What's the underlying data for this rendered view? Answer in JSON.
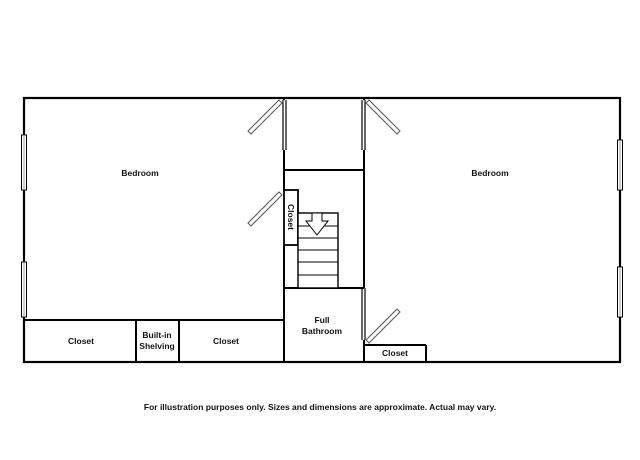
{
  "rooms": {
    "bedroom_left": "Bedroom",
    "bedroom_right": "Bedroom",
    "closet_bottom_left": "Closet",
    "shelving_line1": "Built-in",
    "shelving_line2": "Shelving",
    "closet_bottom_mid": "Closet",
    "closet_stair": "Closet",
    "bathroom_line1": "Full",
    "bathroom_line2": "Bathroom",
    "closet_bottom_right": "Closet"
  },
  "stairs": {
    "direction": "down",
    "icon": "down-arrow-icon",
    "treads": 5
  },
  "disclaimer": "For illustration purposes only. Sizes and dimensions are approximate. Actual may vary.",
  "colors": {
    "wall": "#000000",
    "window": "#9a9a9a",
    "background": "#ffffff"
  }
}
